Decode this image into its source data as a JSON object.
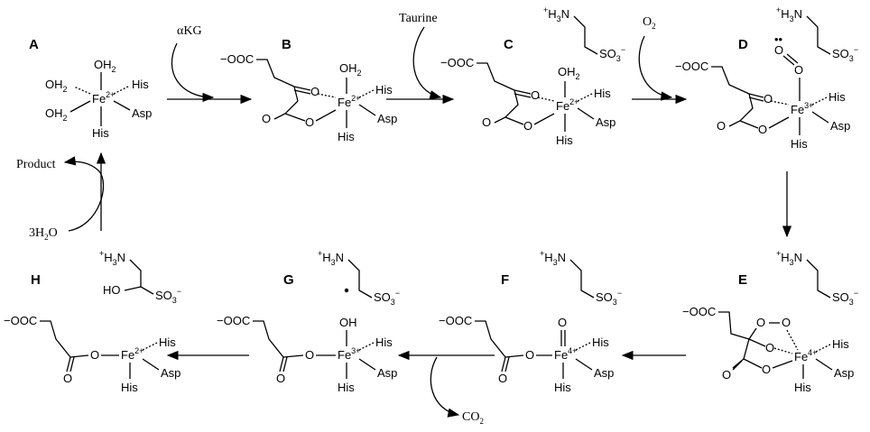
{
  "panels": [
    "A",
    "B",
    "C",
    "D",
    "E",
    "F",
    "G",
    "H"
  ],
  "reagents": {
    "akg": "αKG",
    "taurine": "Taurine",
    "o2": "O",
    "o2_sub": "2",
    "co2": "CO",
    "co2_sub": "2",
    "water": "3H",
    "water_sub": "2",
    "water_tail": "O",
    "product": "Product"
  },
  "atoms": {
    "fe": "Fe",
    "fe2": "2+",
    "fe3": "3+",
    "fe4": "4+",
    "his": "His",
    "asp": "Asp",
    "oh2": "OH",
    "oh2_sub": "2",
    "o": "O",
    "oh": "OH",
    "ho": "HO",
    "h2o": "OH",
    "h2o_sub": "2",
    "h2o_pre": "OH",
    "ooc": "OOC",
    "minus": "−",
    "h3n": "H",
    "h3n_sub": "3",
    "h3n_n": "N",
    "plus": "+",
    "so3": "SO",
    "so3_sub": "3",
    "dots": "••"
  }
}
